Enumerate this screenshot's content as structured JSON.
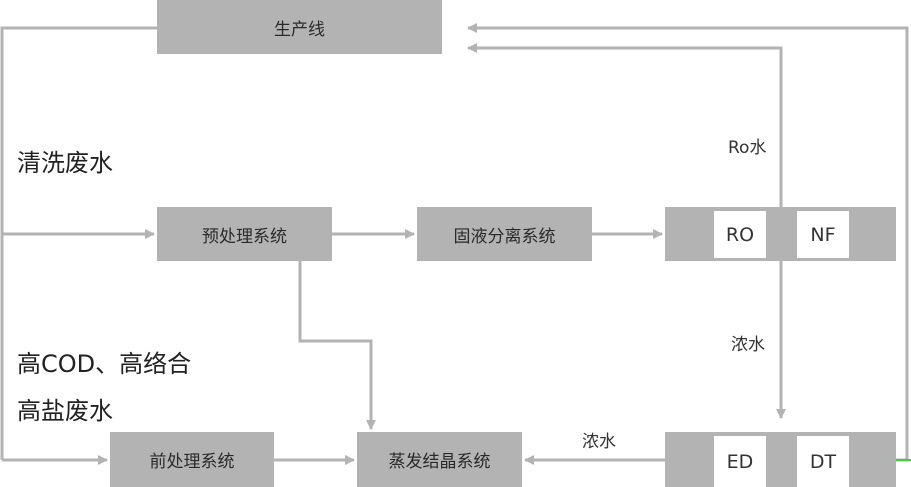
{
  "diagram": {
    "boxes": {
      "production_line": "生产线",
      "pretreatment": "预处理系统",
      "solid_liquid_separation": "固液分离系统",
      "front_treatment": "前处理系统",
      "evaporation_crystallization": "蒸发结晶系统",
      "membrane_group_top": {
        "items": [
          "RO",
          "NF"
        ]
      },
      "membrane_group_bottom": {
        "items": [
          "ED",
          "DT"
        ]
      }
    },
    "inputs": {
      "cleaning_wastewater": "清洗废水",
      "high_cod_line1": "高COD、高络合",
      "high_cod_line2": "高盐废水"
    },
    "edge_labels": {
      "ro_water": "Ro水",
      "concentrate_down": "浓水",
      "concentrate_left": "浓水"
    },
    "colors": {
      "box_fill": "#b3b3b3",
      "line": "#b3b3b3",
      "accent_green": "#3ecf3e"
    }
  }
}
